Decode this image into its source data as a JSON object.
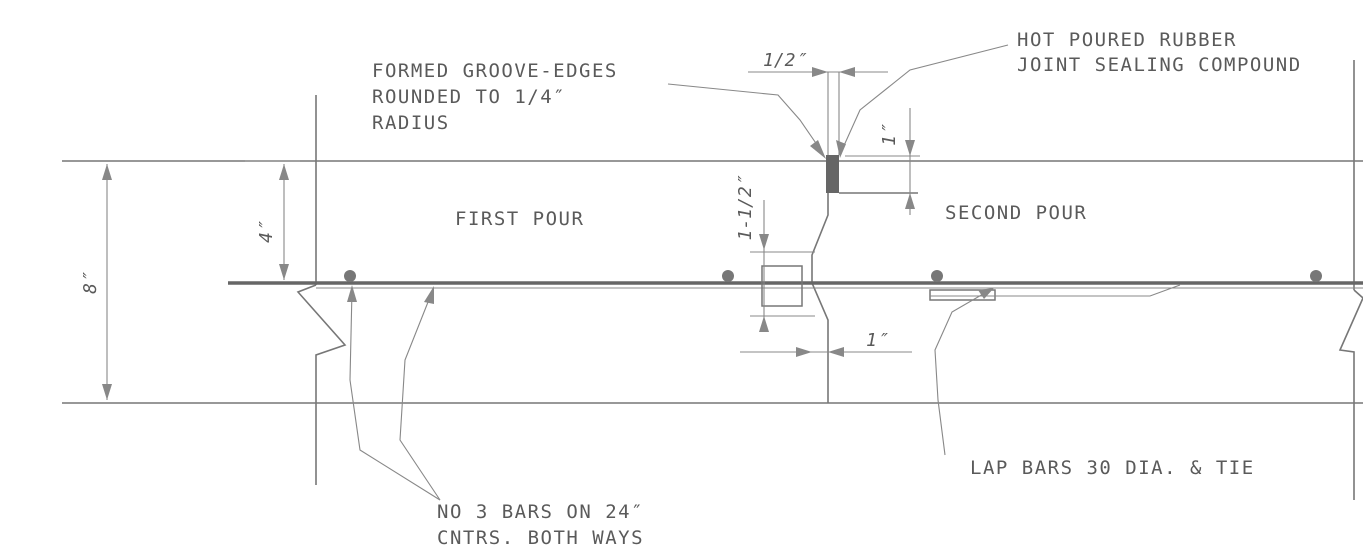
{
  "labels": {
    "formed_groove_line1": "FORMED GROOVE-EDGES",
    "formed_groove_line2": "ROUNDED TO 1/4″",
    "formed_groove_line3": "RADIUS",
    "hot_poured_line1": "HOT POURED RUBBER",
    "hot_poured_line2": "JOINT SEALING COMPOUND",
    "first_pour": "FIRST POUR",
    "second_pour": "SECOND POUR",
    "lap_bars": "LAP BARS 30 DIA. & TIE",
    "no3_bars_line1": "NO 3 BARS ON 24″",
    "no3_bars_line2": "CNTRS. BOTH WAYS"
  },
  "dimensions": {
    "groove_width": "1/2″",
    "groove_depth": "1″",
    "half_depth": "4″",
    "slab_thickness": "8″",
    "key_height": "1-1/2″",
    "key_depth": "1″"
  }
}
